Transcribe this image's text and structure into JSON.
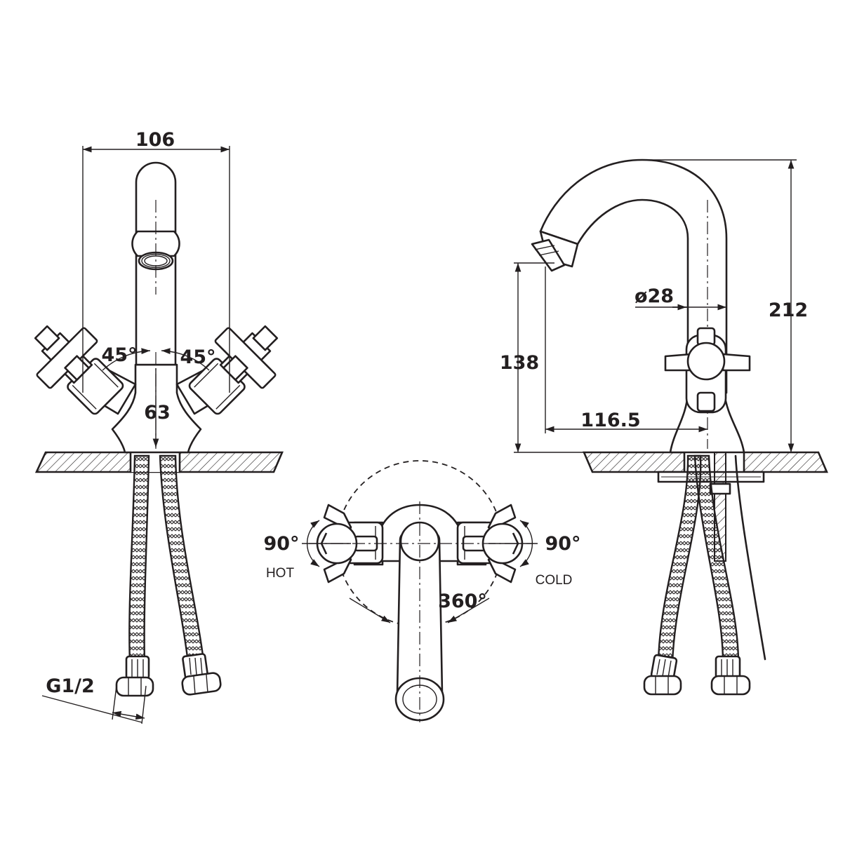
{
  "diagram": {
    "front_view": {
      "width_label": "106",
      "handle_angle_left": "45°",
      "handle_angle_right": "45°",
      "spacing_label": "63",
      "connector_label": "G1/2"
    },
    "top_view": {
      "hot_angle": "90°",
      "hot_label": "HOT",
      "cold_angle": "90°",
      "cold_label": "COLD",
      "swivel_label": "360°"
    },
    "side_view": {
      "diameter_label": "ø28",
      "height_label": "212",
      "spout_height_label": "138",
      "reach_label": "116.5"
    }
  }
}
